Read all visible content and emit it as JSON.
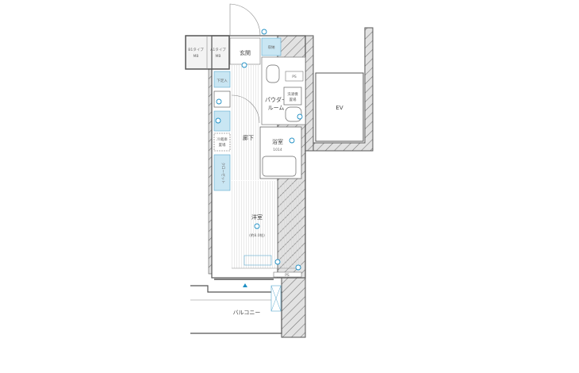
{
  "rooms": {
    "mb_b1": "B1タイプ",
    "mb_b1_sub": "MB",
    "mb_a1": "A1タイプ",
    "mb_a1_sub": "MB",
    "entrance": "玄関",
    "storage": "収納",
    "ps_top": "PS",
    "shoe_box": "下足入",
    "powder_room_1": "パウダー",
    "powder_room_2": "ルーム",
    "washer_1": "洗濯機",
    "washer_2": "置場",
    "fridge_1": "冷蔵庫",
    "fridge_2": "置場",
    "hallway": "廊下",
    "bath": "浴室",
    "bath_size": "1014",
    "closet": "クローゼット",
    "western_room": "洋室",
    "room_size": "(約8.0帖)",
    "ps_bottom": "PS",
    "balcony": "バルコニー",
    "elevator": "EV"
  },
  "colors": {
    "accent": "#1f8fc4",
    "fixture_fill": "#c9e6f3",
    "wall": "#555555"
  }
}
